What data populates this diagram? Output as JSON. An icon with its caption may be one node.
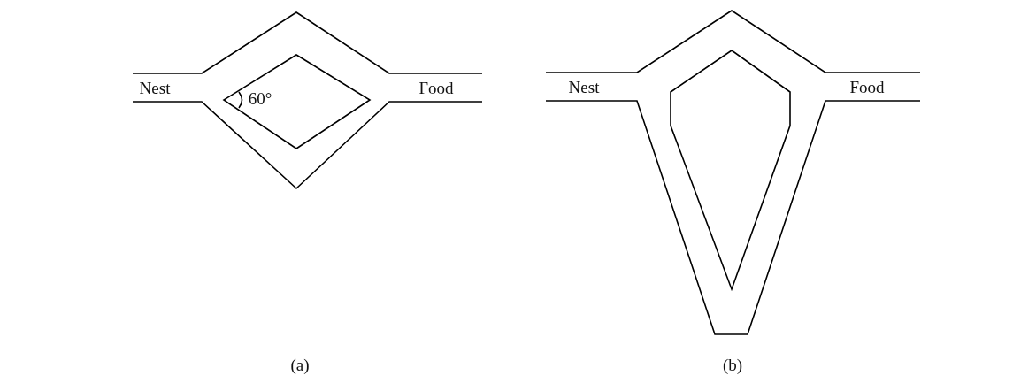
{
  "diagram": {
    "labels": [
      "Nest",
      "60°",
      "Food",
      "(a)",
      "Nest",
      "Food",
      "(b)"
    ]
  }
}
